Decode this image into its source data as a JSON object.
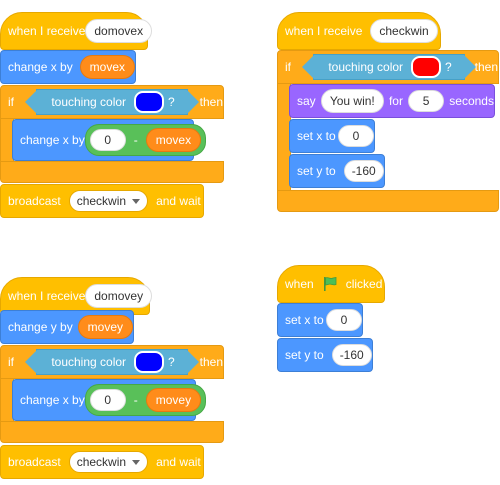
{
  "script1": {
    "hat": {
      "label": "when I receive",
      "message": "domovex"
    },
    "change_x": {
      "label": "change x by",
      "var": "movex"
    },
    "if": {
      "label": "if",
      "then": "then",
      "cond_label": "touching color",
      "q": "?",
      "color": "#0000ff"
    },
    "inner": {
      "label": "change x by",
      "num": "0",
      "op": "-",
      "var": "movex"
    },
    "broadcast": {
      "label": "broadcast",
      "message": "checkwin",
      "and_wait": "and wait"
    }
  },
  "script2": {
    "hat": {
      "label": "when I receive",
      "message": "checkwin"
    },
    "if": {
      "label": "if",
      "then": "then",
      "cond_label": "touching color",
      "q": "?",
      "color": "#ff0000"
    },
    "say": {
      "label": "say",
      "text": "You win!",
      "for": "for",
      "num": "5",
      "seconds": "seconds"
    },
    "setx": {
      "label": "set x to",
      "num": "0"
    },
    "sety": {
      "label": "set y to",
      "num": "-160"
    }
  },
  "script3": {
    "hat": {
      "label": "when I receive",
      "message": "domovey"
    },
    "change_y": {
      "label": "change y by",
      "var": "movey"
    },
    "if": {
      "label": "if",
      "then": "then",
      "cond_label": "touching color",
      "q": "?",
      "color": "#0000ff"
    },
    "inner": {
      "label": "change x by",
      "num": "0",
      "op": "-",
      "var": "movey"
    },
    "broadcast": {
      "label": "broadcast",
      "message": "checkwin",
      "and_wait": "and wait"
    }
  },
  "script4": {
    "hat": {
      "label_when": "when",
      "label_clicked": "clicked",
      "flag_icon": "green-flag-icon"
    },
    "setx": {
      "label": "set x to",
      "num": "0"
    },
    "sety": {
      "label": "set y to",
      "num": "-160"
    }
  }
}
